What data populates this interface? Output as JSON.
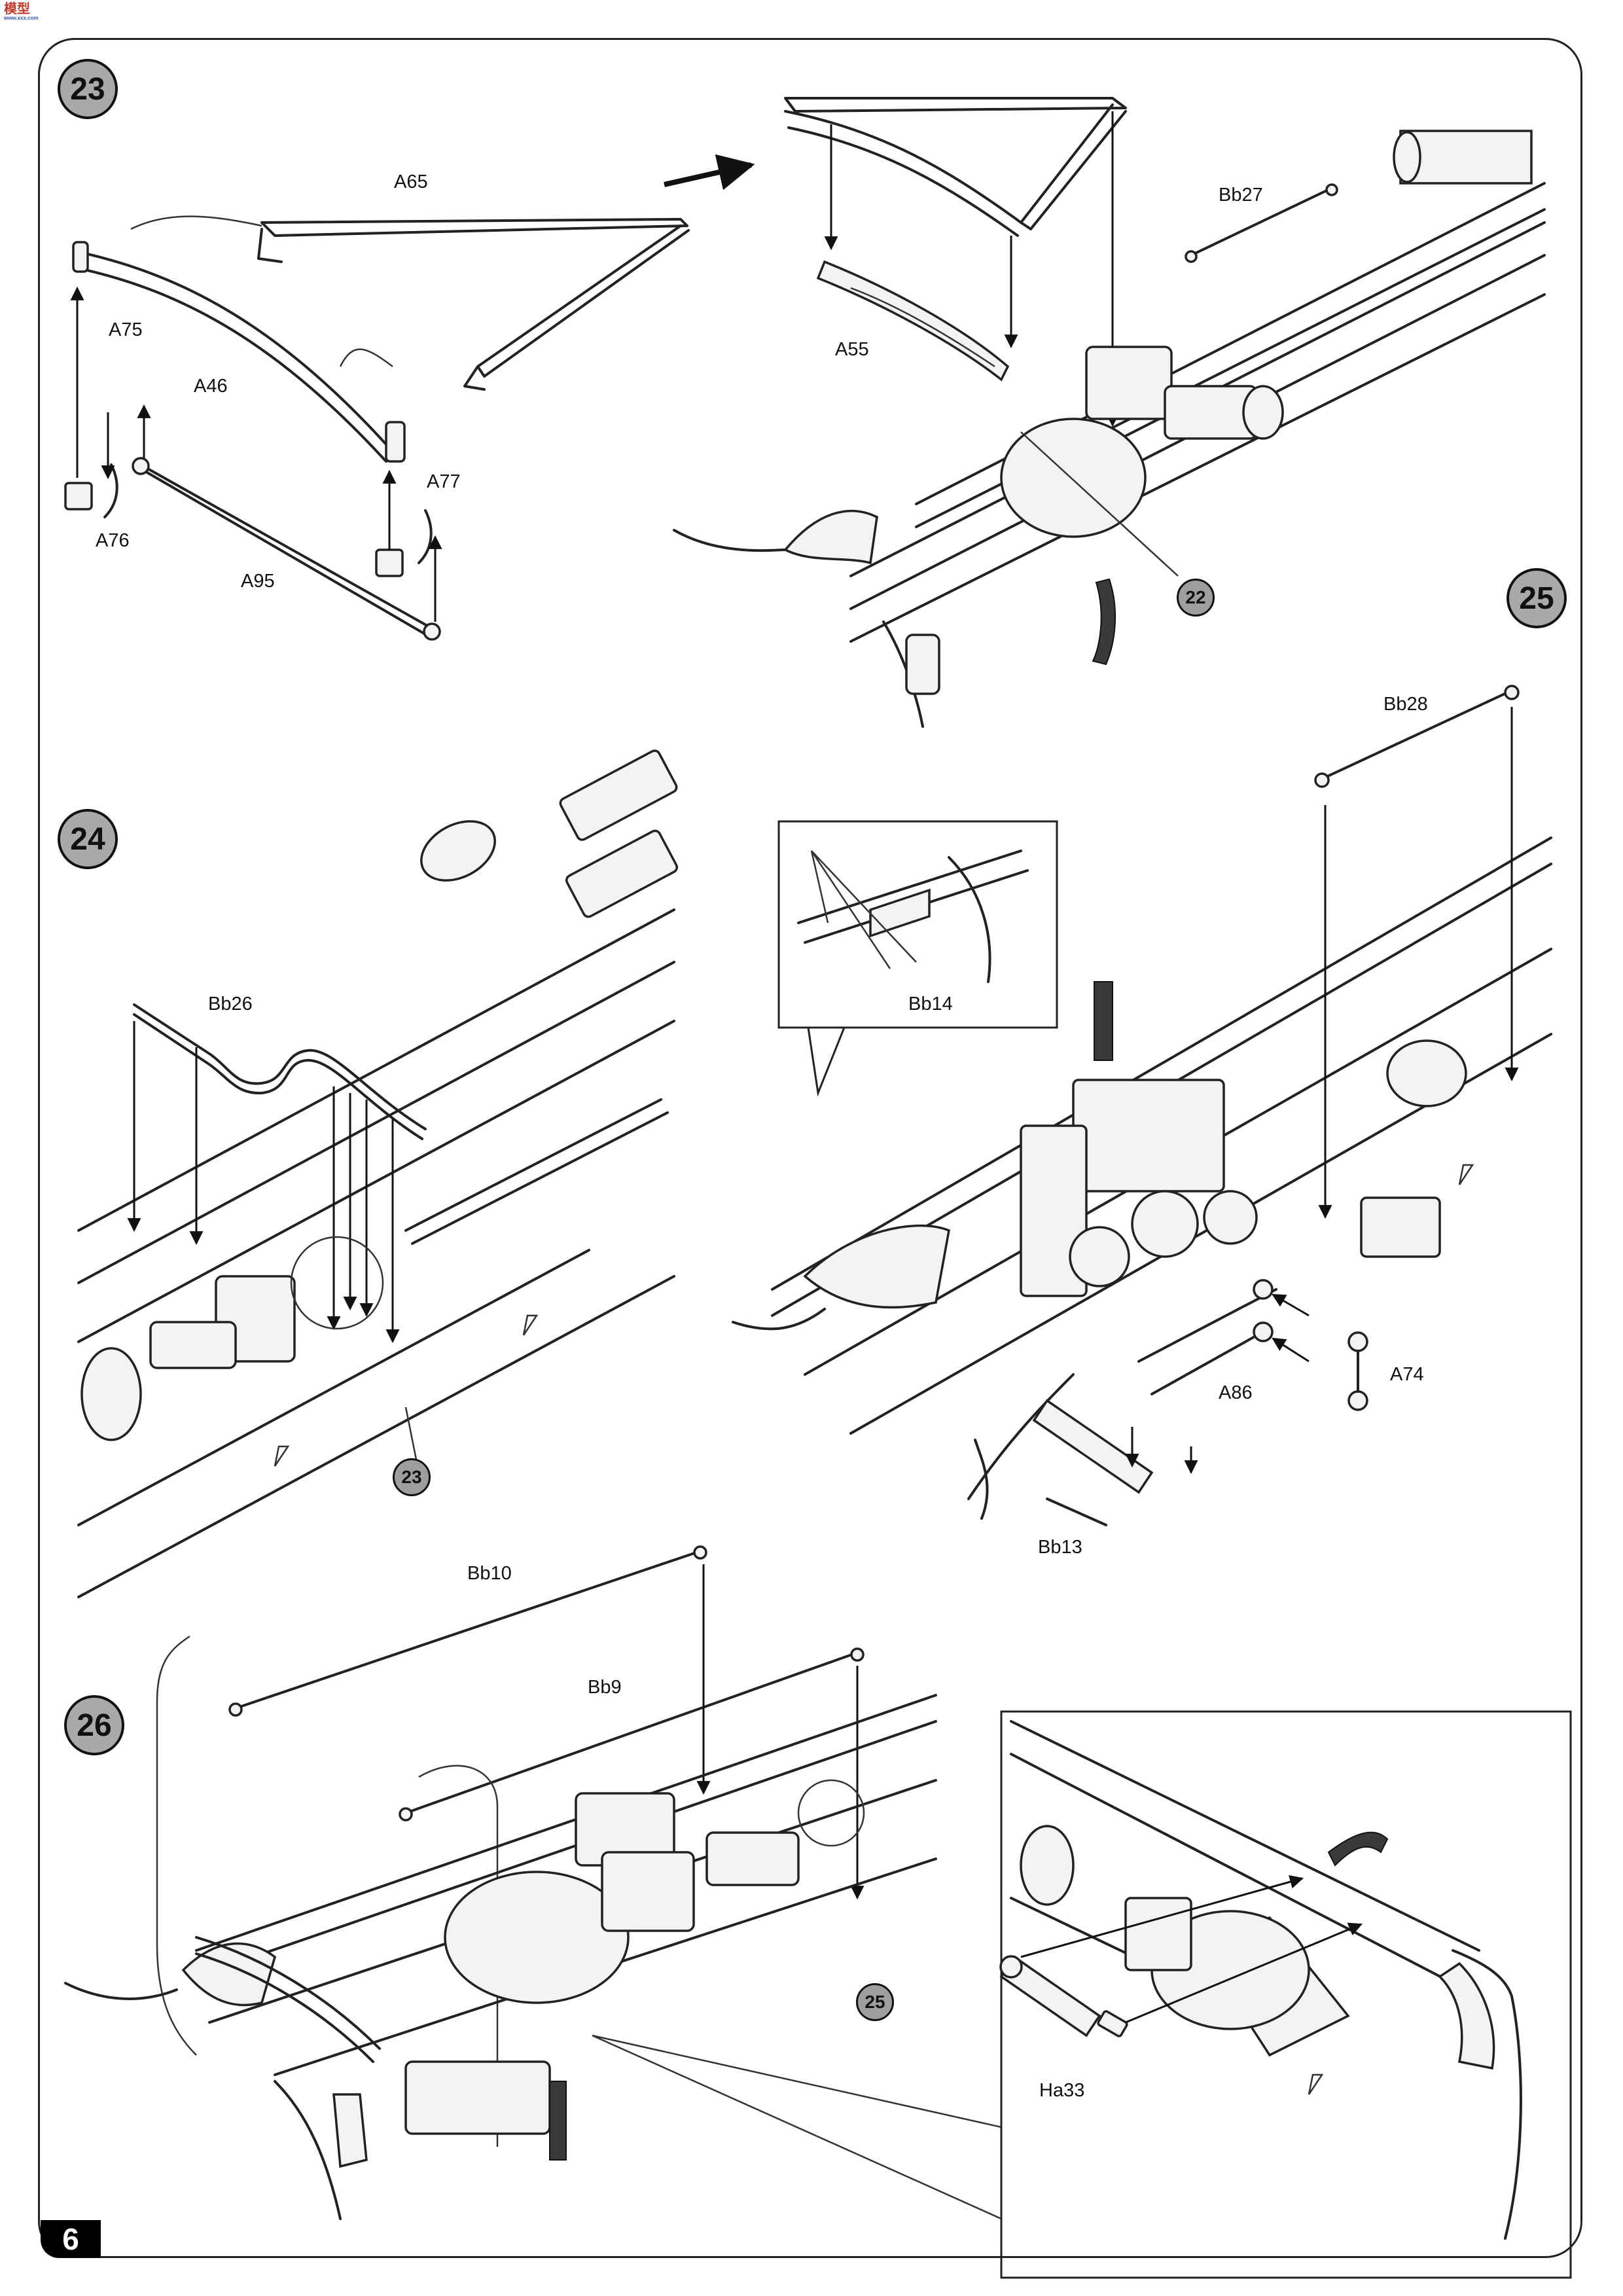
{
  "page": {
    "number": "6",
    "logo_text": "模型",
    "logo_sub": "www.xxx.com"
  },
  "steps": [
    {
      "id": "23",
      "label": "23"
    },
    {
      "id": "24",
      "label": "24"
    },
    {
      "id": "25",
      "label": "25"
    },
    {
      "id": "26",
      "label": "26"
    }
  ],
  "refs": {
    "r22": "22",
    "r23": "23",
    "r25": "25"
  },
  "parts": {
    "A65": "A65",
    "A46": "A46",
    "A75": "A75",
    "A76": "A76",
    "A77": "A77",
    "A95": "A95",
    "A55": "A55",
    "Bb27": "Bb27",
    "Bb26": "Bb26",
    "Bb28": "Bb28",
    "Bb14": "Bb14",
    "A74": "A74",
    "A86": "A86",
    "Bb13": "Bb13",
    "Bb10": "Bb10",
    "Bb9": "Bb9",
    "Ha33": "Ha33"
  }
}
